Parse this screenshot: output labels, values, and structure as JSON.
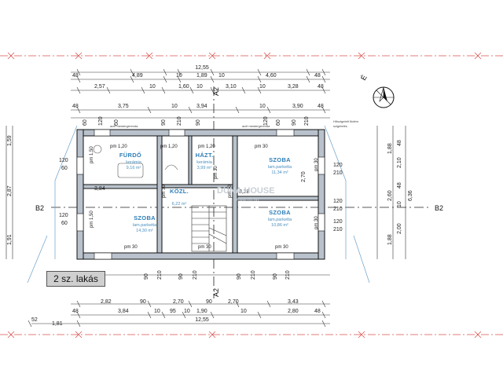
{
  "unit_label": "2 sz. lakás",
  "north_label": "É",
  "section_left": "B2",
  "section_right": "B2",
  "axis_top": "A2",
  "axis_bottom": "A2",
  "total_width": "12,55",
  "top_row1": [
    "48",
    "4,89",
    "10",
    "1,89",
    "10",
    "4,60",
    "48"
  ],
  "top_row2": [
    "2,57",
    "10",
    "1,60",
    "10",
    "3,10",
    "10",
    "3,28",
    "48"
  ],
  "top_row3": [
    "48",
    "3,75",
    "10",
    "3,94",
    "10",
    "3,90",
    "48"
  ],
  "top_row4": [
    "60",
    "120",
    "60",
    "90",
    "210",
    "90",
    "120",
    "60",
    "90",
    "210"
  ],
  "bottom_row1": [
    "90",
    "210",
    "90",
    "210",
    "90",
    "210",
    "90",
    "210"
  ],
  "bottom_row2": [
    "2,82",
    "90",
    "2,70",
    "90",
    "2,70",
    "3,43"
  ],
  "bottom_row3": [
    "48",
    "3,84",
    "10",
    "95",
    "10",
    "1,90",
    "10",
    "2,80",
    "48"
  ],
  "bottom_row4": [
    "52",
    "1,81",
    "12,55"
  ],
  "left_dims": [
    "1,59",
    "2,87",
    "1,91"
  ],
  "right_dims": [
    "1,88",
    "2,60",
    "6,36",
    "1,88",
    "48",
    "2,10",
    "48",
    "10",
    "2,00"
  ],
  "window_dims": [
    "120",
    "60",
    "120",
    "60",
    "120",
    "210",
    "120",
    "210",
    "120",
    "210"
  ],
  "rooms": [
    {
      "name": "FÜRDŐ",
      "sub": "kerámia",
      "area": "9,16 m²"
    },
    {
      "name": "HÁZT.",
      "sub": "kerámia",
      "area": "3,99 m²"
    },
    {
      "name": "SZOBA",
      "sub": "lam.parketta",
      "area": "11,34 m²"
    },
    {
      "name": "KÖZL.",
      "sub": "",
      "area": "6,22 m²"
    },
    {
      "name": "SZOBA",
      "sub": "lam.parketta",
      "area": "14,30 m²"
    },
    {
      "name": "SZOBA",
      "sub": "lam.parketta",
      "area": "10,86 m²"
    }
  ],
  "pm_labels": [
    "pm 1,20",
    "pm 1,20",
    "pm 1,20",
    "pm 30",
    "pm 1,50",
    "pm 30",
    "pm 1,50",
    "pm 30",
    "pm 30",
    "pm 30",
    "pm 30",
    "pm 30",
    "pm 30",
    "pm 30"
  ],
  "inner_dims": [
    "3,84",
    "3,28",
    "2,70"
  ],
  "notes": [
    "acél mestergerenda",
    "acél mestergerenda",
    "Hőszigetelt födém",
    "szigetelés"
  ],
  "watermark": "DUNA HOUSE",
  "watermark_url": "www.dh.hu"
}
